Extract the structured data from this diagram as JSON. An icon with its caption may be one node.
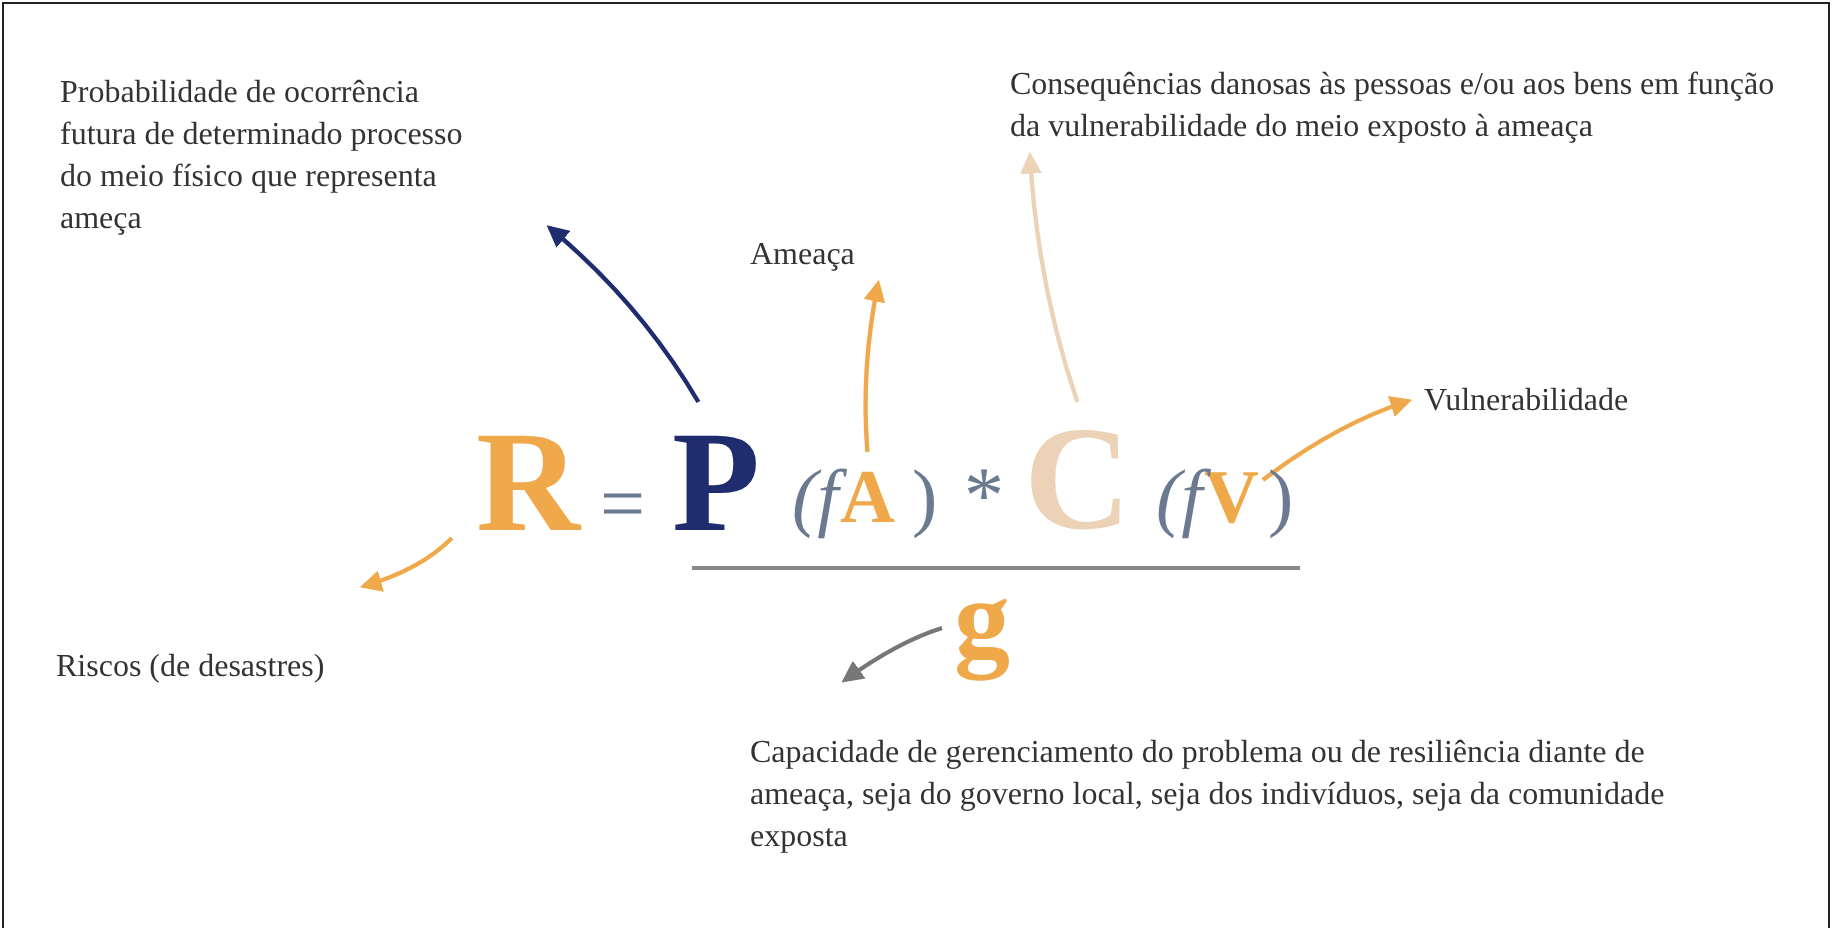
{
  "diagram": {
    "nodes": [
      {
        "text": [
          "Probabilidade de ocorrência futura de determinado processo do meio físico que representa ameça"
        ]
      },
      {
        "text": [
          "Consequências danosas às pessoas e/ou aos bens em função da vulnerabilidade do meio exposto à ameaça"
        ]
      },
      {
        "text": [
          "Ameaça"
        ]
      },
      {
        "text": [
          "Vulnerabilidade"
        ]
      },
      {
        "text": [
          "R"
        ]
      },
      {
        "text": [
          "P"
        ]
      },
      {
        "text": [
          "A"
        ]
      },
      {
        "text": [
          "C"
        ]
      },
      {
        "text": [
          "V"
        ]
      },
      {
        "text": [
          "g"
        ]
      },
      {
        "text": [
          "Riscos (de desastres)"
        ]
      },
      {
        "text": [
          "Capacidade de gerenciamento do problema ou de resiliência diante de ameaça, seja do governo local, seja dos indivíduos, seja da comunidade exposta"
        ]
      }
    ],
    "edges": [
      {
        "from": 5,
        "to": 0,
        "arrow": "to",
        "color": "#1f2d6e"
      },
      {
        "from": 6,
        "to": 2,
        "arrow": "to"
      },
      {
        "from": 7,
        "to": 1,
        "arrow": "to",
        "color": "#ecd3b8"
      },
      {
        "from": 8,
        "to": 3,
        "arrow": "to"
      },
      {
        "from": 4,
        "to": 10,
        "arrow": "to"
      },
      {
        "from": 9,
        "to": 11,
        "arrow": "to",
        "color": "#777777"
      }
    ],
    "labels": [
      "=",
      "(f",
      ")",
      "*",
      "(f",
      ")"
    ]
  }
}
